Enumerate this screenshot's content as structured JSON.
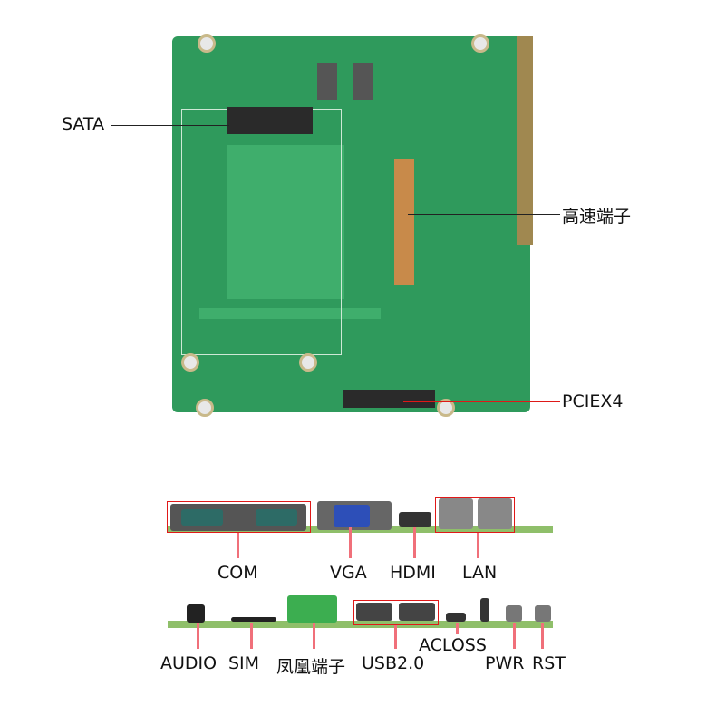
{
  "top_view": {
    "callouts": {
      "sata": "SATA",
      "high_speed": "高速端子",
      "pcie": "PCIEX4"
    }
  },
  "io_front": {
    "labels": {
      "com": "COM",
      "vga": "VGA",
      "hdmi": "HDMI",
      "lan": "LAN"
    }
  },
  "io_rear": {
    "labels": {
      "audio": "AUDIO",
      "sim": "SIM",
      "phoenix": "凤凰端子",
      "usb": "USB2.0",
      "acloss": "ACLOSS",
      "pwr": "PWR",
      "rst": "RST"
    }
  },
  "colors": {
    "pcb": "#2f9a5c",
    "highlight": "#e01818",
    "leader": "#f0707a"
  }
}
